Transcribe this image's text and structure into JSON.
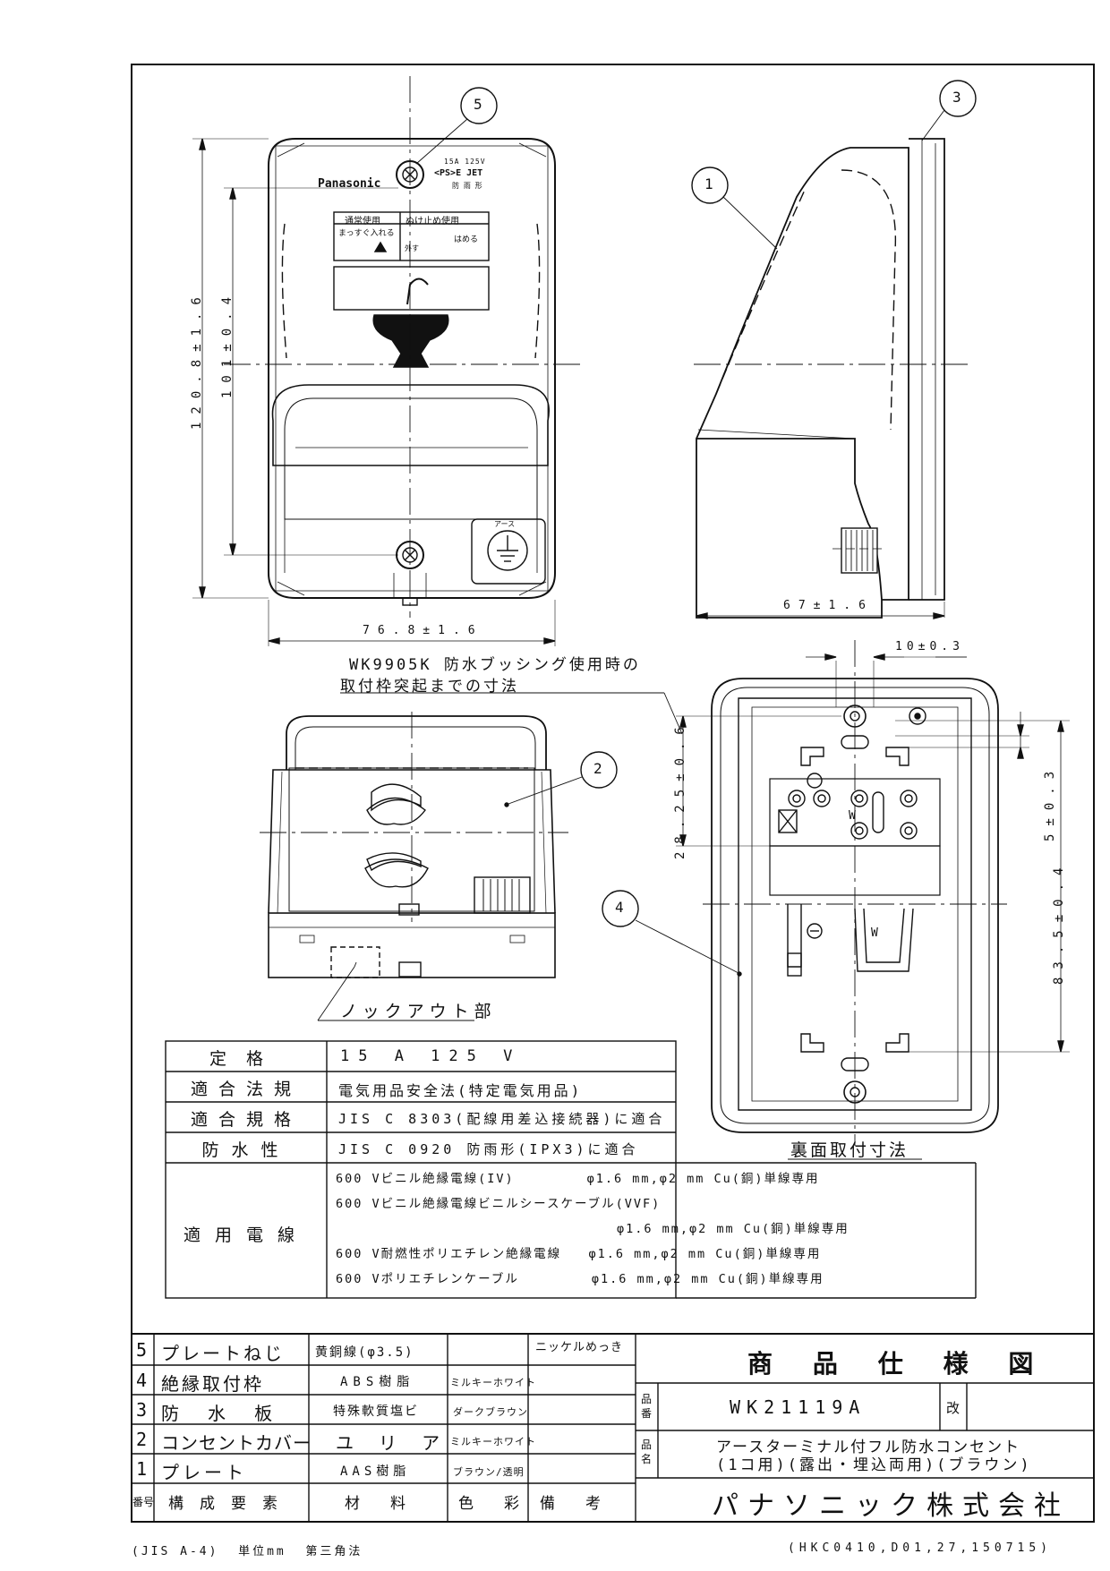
{
  "callouts": [
    "1",
    "2",
    "3",
    "4",
    "5"
  ],
  "front_view": {
    "brand": "Panasonic",
    "rating_small": "15A 125V",
    "pse_mark": "<PS>E JET",
    "rainproof_small": "防 雨 形",
    "usage_normal": "通常使用",
    "usage_lock": "ぬけ止め使用",
    "usage_normal_hint": "まっすぐ入れる",
    "usage_lock_hint": "はめる",
    "usage_lock_hint2": "外す",
    "earth_label": "アース",
    "dim_height_outer": "120.8±1.6",
    "dim_height_inner": "101±0.4",
    "dim_width": "76.8±1.6"
  },
  "side_view": {
    "dim_depth": "67±1.6"
  },
  "note_bushing": {
    "line1": "WK9905K 防水ブッシング使用時の",
    "line2": "取付枠突起までの寸法"
  },
  "knockout_label": "ノックアウト部",
  "back_view": {
    "dim_top": "10±0.3",
    "dim_left": "28.25±0.6",
    "dim_right_small": "5±0.3",
    "dim_right_large": "83.5±0.4",
    "w_mark_1": "W",
    "w_mark_2": "W",
    "caption": "裏面取付寸法"
  },
  "specs": [
    {
      "label": "定格",
      "value": "15 A 125 V"
    },
    {
      "label": "適合法規",
      "value": "電気用品安全法(特定電気用品)"
    },
    {
      "label": "適合規格",
      "value": "JIS C 8303(配線用差込接続器)に適合"
    },
    {
      "label": "防水性",
      "value": "JIS C 0920 防雨形(IPX3)に適合"
    }
  ],
  "wire_spec": {
    "label": "適用電線",
    "lines": [
      "600 Vビニル絶縁電線(IV)        φ1.6 mm,φ2 mm Cu(銅)単線専用",
      "600 Vビニル絶縁電線ビニルシースケーブル(VVF)",
      "                               φ1.6 mm,φ2 mm Cu(銅)単線専用",
      "600 V耐燃性ポリエチレン絶縁電線   φ1.6 mm,φ2 mm Cu(銅)単線専用",
      "600 Vポリエチレンケーブル        φ1.6 mm,φ2 mm Cu(銅)単線専用"
    ]
  },
  "bom": {
    "rows": [
      {
        "no": "5",
        "part": "プレートねじ",
        "material": "黄銅線(φ3.5)",
        "color": "",
        "note": "ニッケルめっき"
      },
      {
        "no": "4",
        "part": "絶縁取付枠",
        "material": "ABS樹脂",
        "color": "ミルキーホワイト",
        "note": ""
      },
      {
        "no": "3",
        "part": "防 水 板",
        "material": "特殊軟質塩ビ",
        "color": "ダークブラウン",
        "note": ""
      },
      {
        "no": "2",
        "part": "コンセントカバー",
        "material": "ユ リ ア",
        "color": "ミルキーホワイト",
        "note": ""
      },
      {
        "no": "1",
        "part": "プレート",
        "material": "AAS樹脂",
        "color": "ブラウン/透明",
        "note": ""
      }
    ],
    "headers": {
      "no": "番号",
      "part": "構成要素",
      "material": "材料",
      "color": "色彩",
      "note": "備考"
    }
  },
  "title_block": {
    "title": "商 品 仕 様 図",
    "part_no_label": "品番",
    "part_no": "WK21119A",
    "revision_label": "改",
    "name_label": "品名",
    "name_line1": "アースターミナル付フル防水コンセント",
    "name_line2": "(1コ用)(露出・埋込両用)(ブラウン)",
    "company": "パナソニック株式会社"
  },
  "footer": {
    "left": "(JIS A-4)  単位mm  第三角法",
    "right": "(HKC0410,D01,27,150715)"
  }
}
